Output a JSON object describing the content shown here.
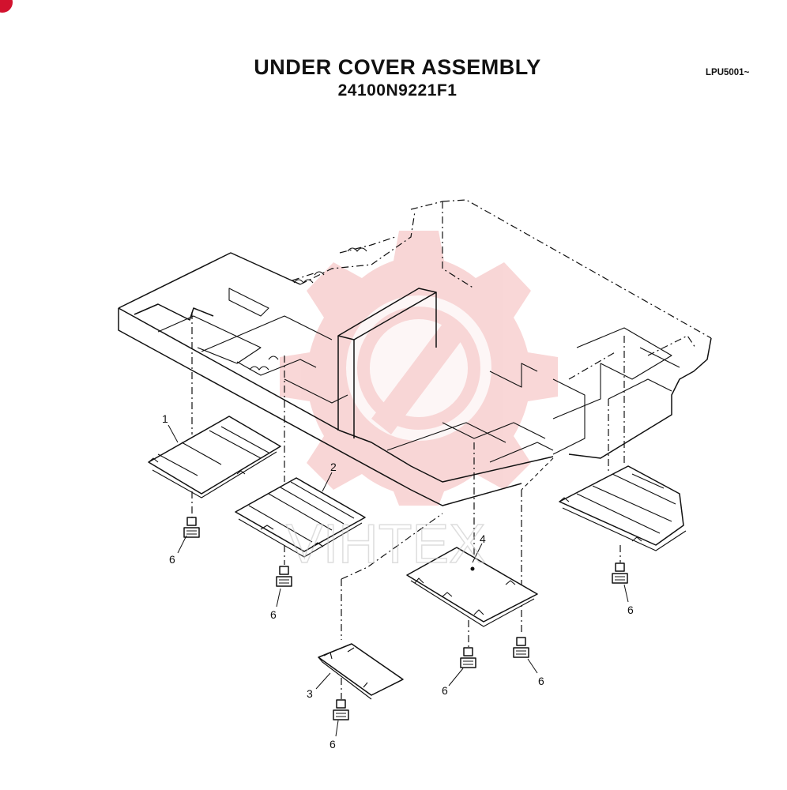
{
  "title": "UNDER COVER ASSEMBLY",
  "part_number": "24100N9221F1",
  "serial_code": "LPU5001~",
  "watermark_text": "VIHTEX",
  "colors": {
    "ink": "#111111",
    "watermark": "#f4b6b6",
    "accent": "#d2122e"
  },
  "callouts": [
    {
      "id": "c1a",
      "label": "1"
    },
    {
      "id": "c2",
      "label": "2"
    },
    {
      "id": "c3",
      "label": "3"
    },
    {
      "id": "c4",
      "label": "4"
    },
    {
      "id": "c6a",
      "label": "6"
    },
    {
      "id": "c6b",
      "label": "6"
    },
    {
      "id": "c6c",
      "label": "6"
    },
    {
      "id": "c6d",
      "label": "6"
    },
    {
      "id": "c6e",
      "label": "6"
    },
    {
      "id": "c6f",
      "label": "6"
    }
  ]
}
